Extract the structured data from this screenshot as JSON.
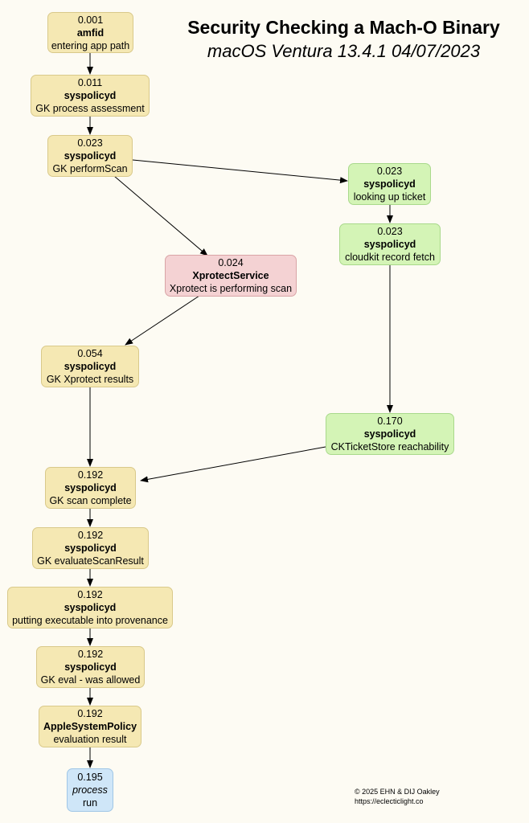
{
  "title": "Security Checking a Mach-O Binary",
  "subtitle": "macOS Ventura 13.4.1 04/07/2023",
  "nodes": [
    {
      "id": "n1",
      "time": "0.001",
      "process": "amfid",
      "desc": "entering app path"
    },
    {
      "id": "n2",
      "time": "0.011",
      "process": "syspolicyd",
      "desc": "GK process assessment"
    },
    {
      "id": "n3",
      "time": "0.023",
      "process": "syspolicyd",
      "desc": "GK performScan"
    },
    {
      "id": "n4",
      "time": "0.023",
      "process": "syspolicyd",
      "desc": "looking up ticket"
    },
    {
      "id": "n5",
      "time": "0.023",
      "process": "syspolicyd",
      "desc": "cloudkit record fetch"
    },
    {
      "id": "n6",
      "time": "0.024",
      "process": "XprotectService",
      "desc": "Xprotect is performing scan"
    },
    {
      "id": "n7",
      "time": "0.054",
      "process": "syspolicyd",
      "desc": "GK Xprotect results"
    },
    {
      "id": "n8",
      "time": "0.170",
      "process": "syspolicyd",
      "desc": "CKTicketStore reachability"
    },
    {
      "id": "n9",
      "time": "0.192",
      "process": "syspolicyd",
      "desc": "GK scan complete"
    },
    {
      "id": "n10",
      "time": "0.192",
      "process": "syspolicyd",
      "desc": "GK evaluateScanResult"
    },
    {
      "id": "n11",
      "time": "0.192",
      "process": "syspolicyd",
      "desc": "putting executable into provenance"
    },
    {
      "id": "n12",
      "time": "0.192",
      "process": "syspolicyd",
      "desc": "GK eval - was allowed"
    },
    {
      "id": "n13",
      "time": "0.192",
      "process": "AppleSystemPolicy",
      "desc": "evaluation result"
    },
    {
      "id": "n14",
      "time": "0.195",
      "process": "process",
      "desc": "run"
    }
  ],
  "node_colors": {
    "default": "#f5e8b3",
    "xprotect": "#f4d2d3",
    "ticket": "#d4f4b6",
    "run": "#cfe6f8",
    "arrow": "#000000"
  },
  "credit": {
    "line1": "© 2025 EHN & DIJ Oakley",
    "line2": "https://eclecticlight.co"
  }
}
